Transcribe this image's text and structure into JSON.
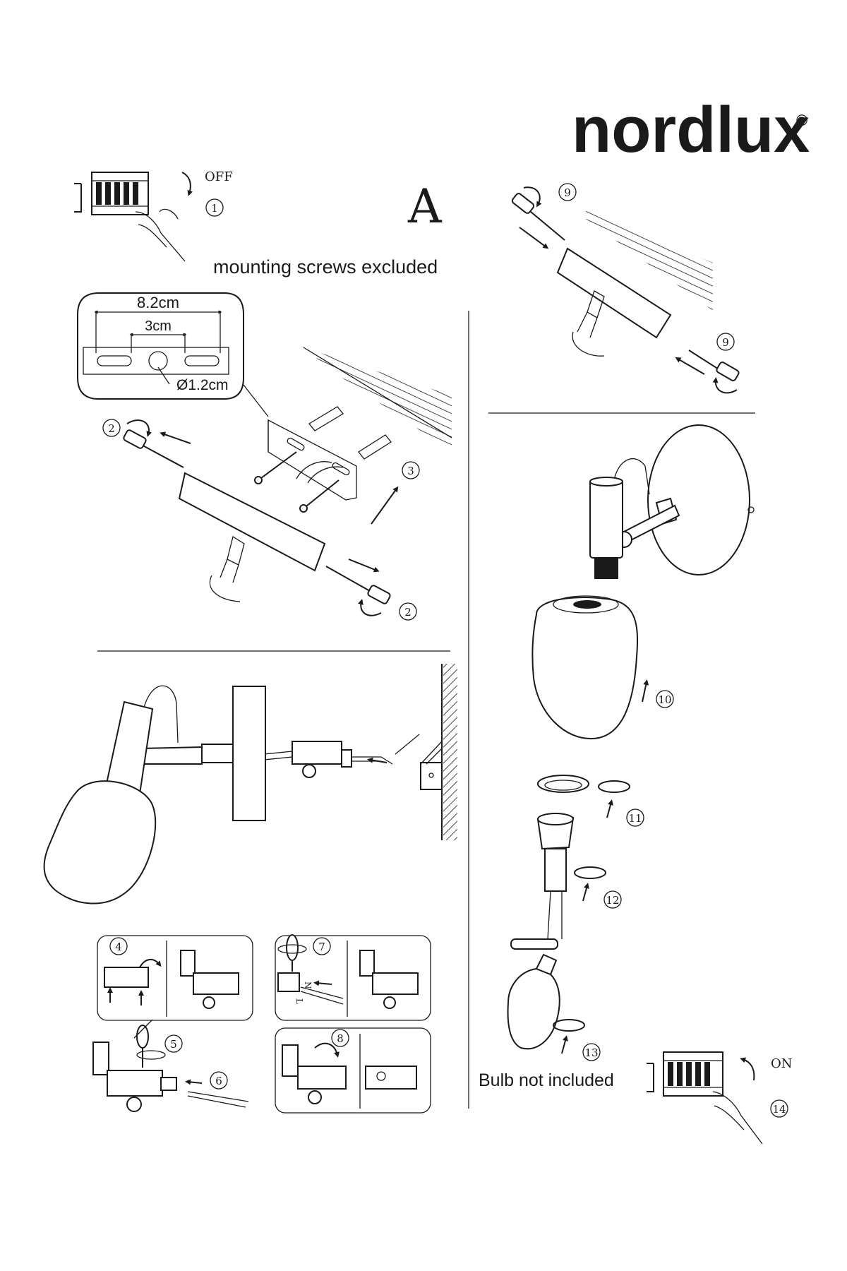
{
  "brand": {
    "logo": "nordlux",
    "registered": "®"
  },
  "figure_label": "A",
  "notes": {
    "mounting": "mounting screws excluded",
    "bulb": "Bulb not included"
  },
  "switch": {
    "off": "OFF",
    "on": "ON"
  },
  "dimensions": {
    "width": "8.2cm",
    "spacing": "3cm",
    "hole": "Ø1.2cm"
  },
  "wire_labels": {
    "n": "N",
    "l": "L"
  },
  "steps": {
    "s1": "1",
    "s2a": "2",
    "s2b": "2",
    "s3": "3",
    "s4": "4",
    "s5": "5",
    "s6": "6",
    "s7": "7",
    "s8": "8",
    "s9a": "9",
    "s9b": "9",
    "s10": "10",
    "s11": "11",
    "s12": "12",
    "s13": "13",
    "s14": "14"
  }
}
